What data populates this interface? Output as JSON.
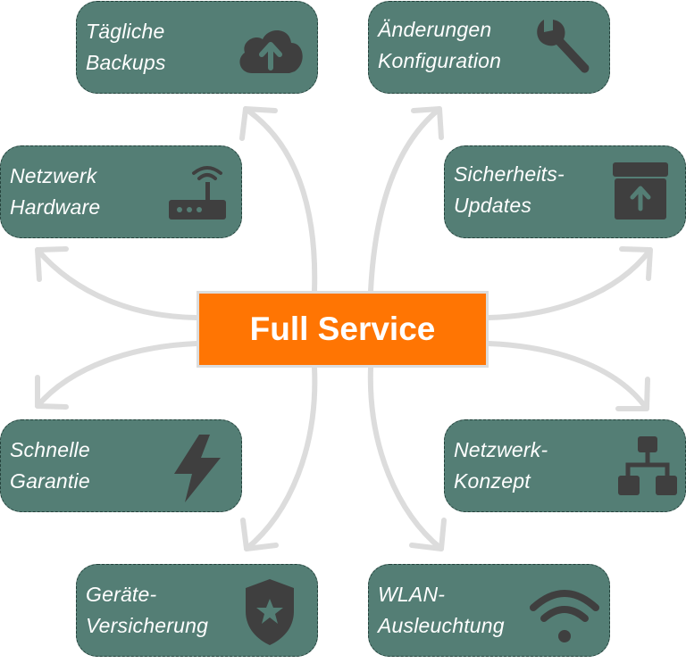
{
  "center": {
    "title": "Full Service"
  },
  "cards": [
    {
      "lines": [
        "Tägliche",
        "Backups"
      ],
      "icon": "cloud-upload-icon"
    },
    {
      "lines": [
        "Änderungen",
        "Konfiguration"
      ],
      "icon": "wrench-icon"
    },
    {
      "lines": [
        "Netzwerk",
        "Hardware"
      ],
      "icon": "router-icon"
    },
    {
      "lines": [
        "Sicherheits-",
        "Updates"
      ],
      "icon": "archive-upload-icon"
    },
    {
      "lines": [
        "Schnelle",
        "Garantie"
      ],
      "icon": "lightning-bolt-icon"
    },
    {
      "lines": [
        "Netzwerk-",
        "Konzept"
      ],
      "icon": "sitemap-icon"
    },
    {
      "lines": [
        "Geräte-",
        "Versicherung"
      ],
      "icon": "shield-star-icon"
    },
    {
      "lines": [
        "WLAN-",
        "Ausleuchtung"
      ],
      "icon": "wifi-icon"
    }
  ],
  "colors": {
    "card": "#547e75",
    "icon": "#3f3f3f",
    "center": "#ff7503",
    "arrow": "#dcdcdc"
  }
}
